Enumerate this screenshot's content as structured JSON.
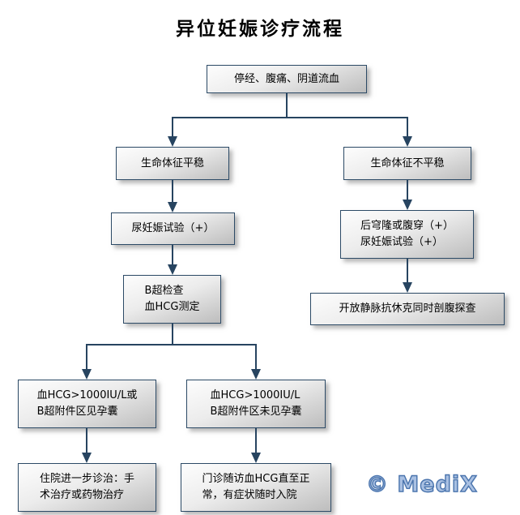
{
  "title": "异位妊娠诊疗流程",
  "watermark": "© MediX",
  "colors": {
    "connector": "#274460",
    "node_border": "#2c4a66",
    "node_fill_top": "#fdfdfd",
    "node_fill_bottom": "#bdbdbd",
    "watermark_blue": "#7b9cc9",
    "title_color": "#000000"
  },
  "nodes": {
    "symptoms": {
      "lines": [
        "停经、腹痛、阴道流血"
      ]
    },
    "stable": {
      "lines": [
        "生命体征平稳"
      ]
    },
    "unstable": {
      "lines": [
        "生命体征不平稳"
      ]
    },
    "urine_test": {
      "lines": [
        "尿妊娠试验（+）"
      ]
    },
    "puncture": {
      "lines": [
        "后穹隆或腹穿（+）",
        "尿妊娠试验（+）"
      ]
    },
    "ultrasound": {
      "lines": [
        "B超检查",
        "血HCG测定"
      ]
    },
    "laparotomy": {
      "lines": [
        "开放静脉抗休克同时剖腹探查"
      ]
    },
    "hcg_sac": {
      "lines": [
        "血HCG>1000IU/L或",
        "B超附件区见孕囊"
      ]
    },
    "hcg_no_sac": {
      "lines": [
        "血HCG>1000IU/L",
        "B超附件区未见孕囊"
      ]
    },
    "hospitalize": {
      "lines": [
        "住院进一步诊治：手",
        "术治疗或药物治疗"
      ]
    },
    "outpatient": {
      "lines": [
        "门诊随访血HCG直至正",
        "常，有症状随时入院"
      ]
    }
  },
  "edges": [
    {
      "from": "symptoms",
      "to": "stable"
    },
    {
      "from": "symptoms",
      "to": "unstable"
    },
    {
      "from": "stable",
      "to": "urine_test"
    },
    {
      "from": "urine_test",
      "to": "ultrasound"
    },
    {
      "from": "ultrasound",
      "to": "hcg_sac"
    },
    {
      "from": "ultrasound",
      "to": "hcg_no_sac"
    },
    {
      "from": "hcg_sac",
      "to": "hospitalize"
    },
    {
      "from": "hcg_no_sac",
      "to": "outpatient"
    },
    {
      "from": "unstable",
      "to": "puncture"
    },
    {
      "from": "puncture",
      "to": "laparotomy"
    }
  ]
}
